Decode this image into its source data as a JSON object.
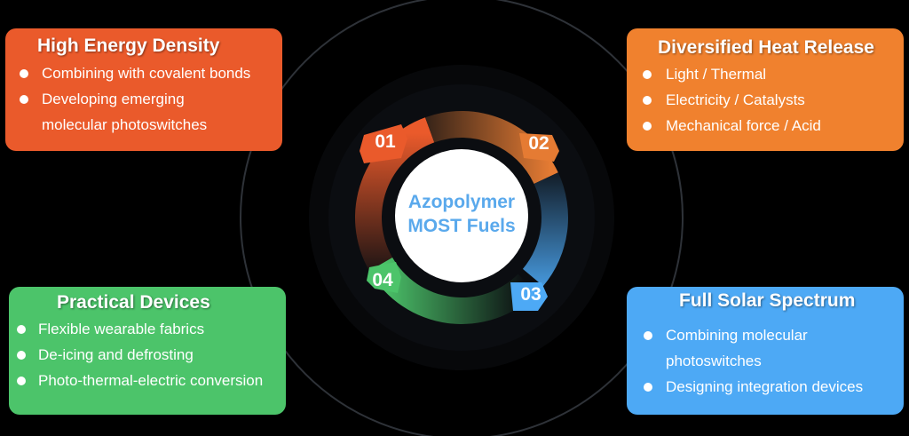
{
  "center": {
    "line1": "Azopolymer",
    "line2": "MOST Fuels",
    "text_color": "#5aa9ec"
  },
  "segments": [
    {
      "number": "01",
      "color": "#ea5a2b"
    },
    {
      "number": "02",
      "color": "#e57b33"
    },
    {
      "number": "03",
      "color": "#4da9f5"
    },
    {
      "number": "04",
      "color": "#4cc46a"
    }
  ],
  "cards": [
    {
      "title": "High Energy Density",
      "color": "#ea5a2b",
      "bullets": [
        "Combining with covalent bonds",
        "Developing emerging"
      ],
      "continuation": "molecular photoswitches"
    },
    {
      "title": "Diversified Heat Release",
      "color": "#f0812e",
      "bullets": [
        "Light / Thermal",
        "Electricity / Catalysts",
        "Mechanical force / Acid"
      ]
    },
    {
      "title": "Practical Devices",
      "color": "#4cc46a",
      "bullets": [
        "Flexible wearable fabrics",
        "De-icing and defrosting",
        "Photo-thermal-electric conversion"
      ]
    },
    {
      "title": "Full Solar Spectrum",
      "color": "#4da9f5",
      "bullets": [
        "Combining molecular"
      ],
      "continuation": "photoswitches",
      "bullets_after": [
        "Designing integration devices"
      ]
    }
  ]
}
